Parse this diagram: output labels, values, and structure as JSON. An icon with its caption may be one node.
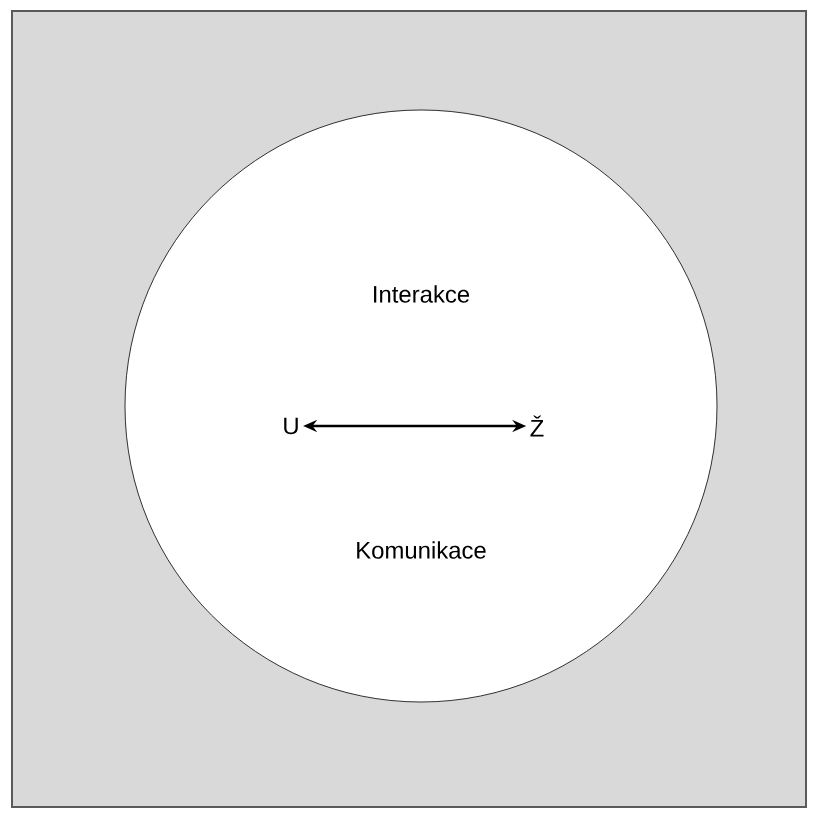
{
  "diagram": {
    "nodes": [
      {
        "text": [],
        "shape": "box"
      },
      {
        "text": [
          "Interakce",
          "Komunikace"
        ],
        "in": 0
      },
      {
        "text": [
          "U"
        ],
        "in": 1
      },
      {
        "text": [
          "Ž"
        ],
        "in": 1
      }
    ],
    "edges": [
      {
        "from": 2,
        "to": 3,
        "arrow": "both"
      }
    ]
  }
}
